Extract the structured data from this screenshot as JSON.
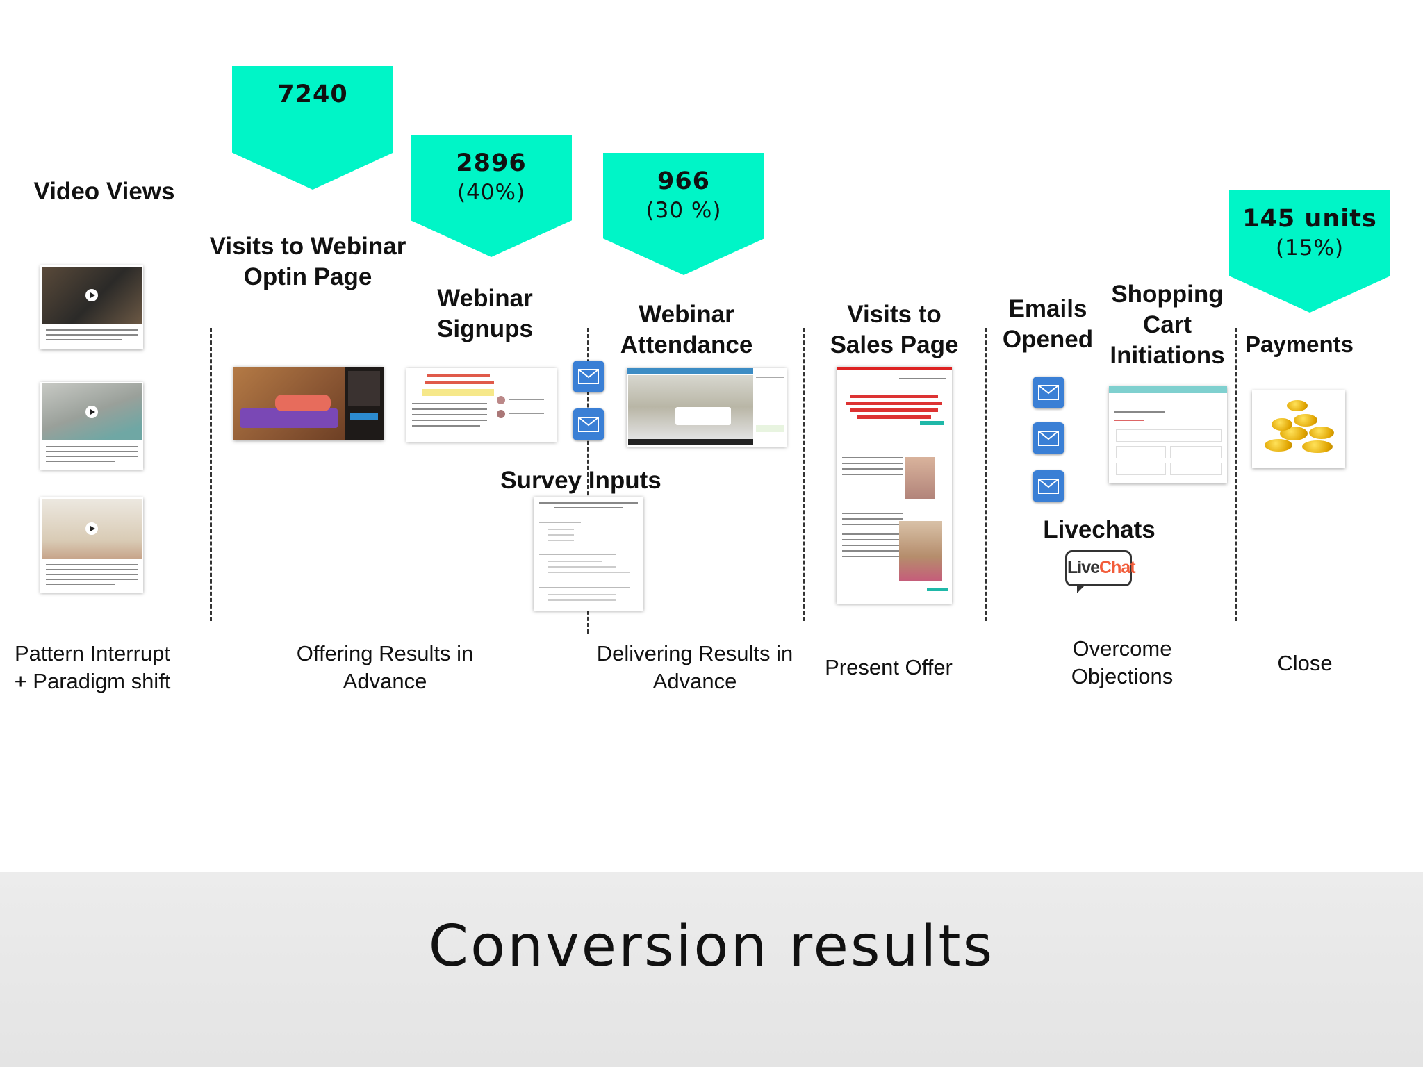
{
  "title": "Conversion results",
  "banners": {
    "optin": {
      "value": "7240",
      "pct": ""
    },
    "signups": {
      "value": "2896",
      "pct": "(40%)"
    },
    "attendance": {
      "value": "966",
      "pct": "(30 %)"
    },
    "payments": {
      "value": "145 units",
      "pct": "(15%)"
    }
  },
  "stages": {
    "video_views": "Video Views",
    "optin_page": [
      "Visits to Webinar",
      "Optin Page"
    ],
    "signups": [
      "Webinar",
      "Signups"
    ],
    "attendance": [
      "Webinar",
      "Attendance"
    ],
    "survey": "Survey Inputs",
    "sales_page": [
      "Visits to",
      "Sales Page"
    ],
    "emails": [
      "Emails",
      "Opened"
    ],
    "cart": [
      "Shopping",
      "Cart",
      "Initiations"
    ],
    "livechats": "Livechats",
    "payments": "Payments"
  },
  "livechat_logo": {
    "live": "Live",
    "chat": "Chat"
  },
  "phases": {
    "pattern": [
      "Pattern Interrupt",
      "+ Paradigm shift"
    ],
    "offering": [
      "Offering Results in",
      "Advance"
    ],
    "delivering": [
      "Delivering Results in",
      "Advance"
    ],
    "present": "Present Offer",
    "overcome": [
      "Overcome",
      "Objections"
    ],
    "close": "Close"
  },
  "colors": {
    "banner": "#00f5c7",
    "mail_icon": "#3a7fd5",
    "livechat_red": "#f25c3a"
  },
  "icons": {
    "mail": "envelope-icon",
    "play": "play-icon",
    "coins": "gold-coins-icon"
  }
}
